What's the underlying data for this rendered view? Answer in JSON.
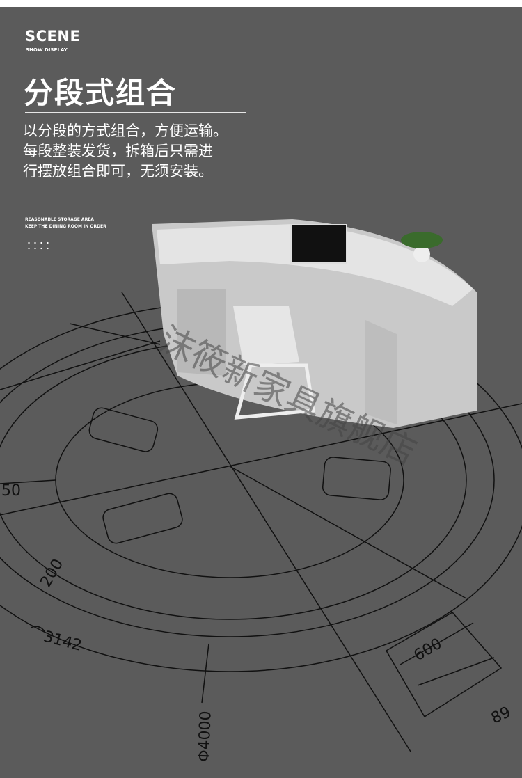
{
  "header": {
    "scene": "SCENE",
    "scene_sub": "SHOW DISPLAY",
    "title": "分段式组合",
    "description": [
      "以分段的方式组合，方便运输。",
      "每段整装发货，拆箱后只需进",
      "行摆放组合即可，无须安装。"
    ],
    "tagline": [
      "REASONABLE STORAGE AREA",
      "KEEP THE DINING ROOM IN ORDER"
    ]
  },
  "dimensions": {
    "left": "50",
    "depth": "200",
    "arc": "⌒3142",
    "diameter": "Φ4000",
    "segment_width": "600",
    "segment_length": "89"
  },
  "watermark": "沫筱新家具旗舰店",
  "colors": {
    "background": "#5b5b5b",
    "text": "#ffffff",
    "lines": "#111111",
    "desk": "#d9d9d9"
  }
}
